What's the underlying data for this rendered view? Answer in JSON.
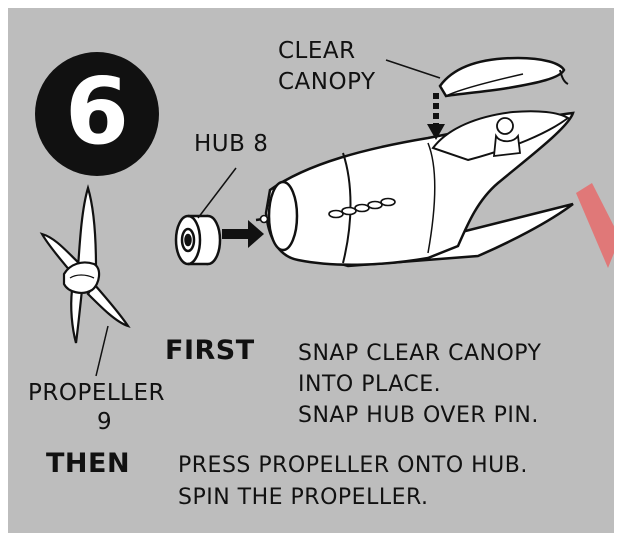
{
  "step": {
    "number": "6"
  },
  "parts": {
    "canopy_label_line1": "CLEAR",
    "canopy_label_line2": "CANOPY",
    "hub_label": "HUB 8",
    "propeller_label_line1": "PROPELLER",
    "propeller_label_line2": "9"
  },
  "instructions": {
    "first_heading": "FIRST",
    "first_line1": "SNAP CLEAR CANOPY",
    "first_line2": "INTO PLACE.",
    "first_line3": "SNAP HUB OVER PIN.",
    "then_heading": "THEN",
    "then_line1": "PRESS PROPELLER ONTO HUB.",
    "then_line2": "SPIN THE PROPELLER."
  },
  "colors": {
    "background": "#bdbdbd",
    "ink": "#111111",
    "part_fill": "#ffffff",
    "accent_stripe": "#e07878"
  },
  "icons": [
    "airplane-fuselage-illustration",
    "canopy-illustration",
    "hub-illustration",
    "propeller-illustration",
    "arrow-icon"
  ]
}
